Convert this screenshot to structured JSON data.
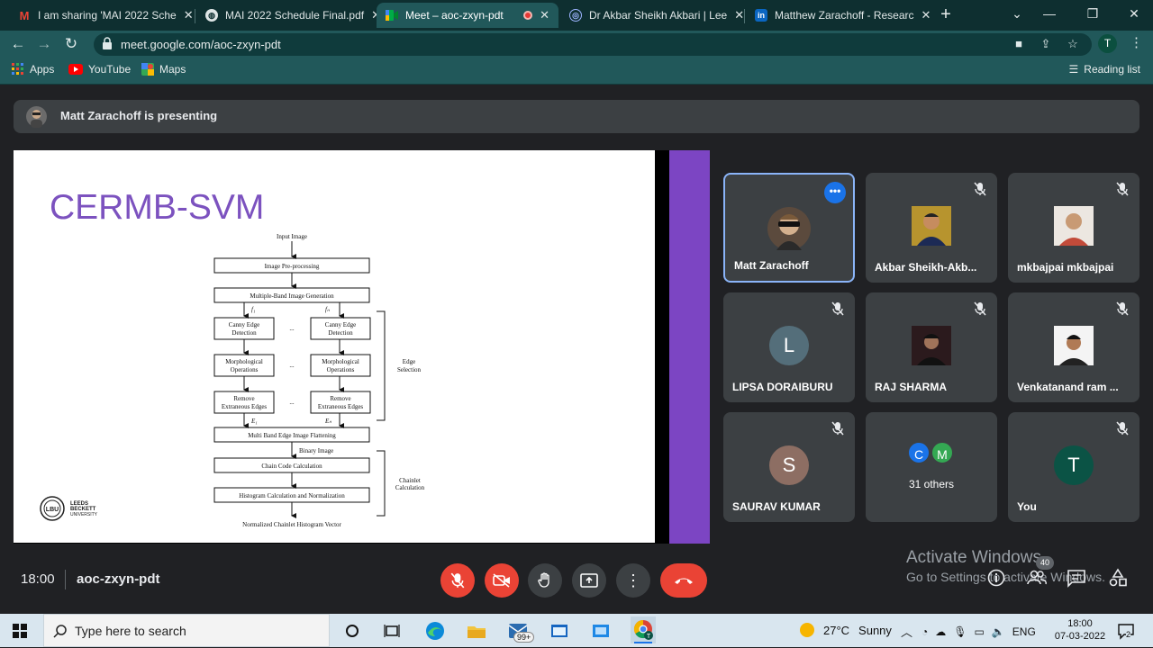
{
  "browser": {
    "tabs": [
      {
        "title": "I am sharing 'MAI 2022 Sche",
        "icon": "gmail-icon"
      },
      {
        "title": "MAI 2022 Schedule Final.pdf",
        "icon": "globe-icon"
      },
      {
        "title": "Meet – aoc-zxyn-pdt",
        "icon": "meet-icon",
        "active": true
      },
      {
        "title": "Dr Akbar Sheikh Akbari | Lee",
        "icon": "site-icon"
      },
      {
        "title": "Matthew Zarachoff - Researc",
        "icon": "linkedin-icon"
      }
    ],
    "new_tab_label": "+",
    "url": "meet.google.com/aoc-zxyn-pdt",
    "profile_initial": "T",
    "bookmarks": [
      {
        "label": "Apps",
        "icon": "apps-grid-icon"
      },
      {
        "label": "YouTube",
        "icon": "youtube-icon"
      },
      {
        "label": "Maps",
        "icon": "maps-icon"
      }
    ],
    "reading_list": "Reading list"
  },
  "meet": {
    "presenter_banner": "Matt Zarachoff is presenting",
    "slide": {
      "title": "CERMB-SVM",
      "flow": {
        "input": "Input Image",
        "preprocess": "Image Pre-processing",
        "multiband": "Multiple-Band Image Generation",
        "f1": "f₁",
        "fn": "fₙ",
        "canny": "Canny Edge Detection",
        "canny_l1": "Canny Edge",
        "canny_l2": "Detection",
        "morph_l1": "Morphological",
        "morph_l2": "Operations",
        "remove_l1": "Remove",
        "remove_l2": "Extraneous Edges",
        "dots": "...",
        "e1": "E₁",
        "en": "Eₙ",
        "edge_sel_l1": "Edge",
        "edge_sel_l2": "Selection",
        "flatten": "Multi Band Edge Image Flattening",
        "binary": "Binary Image",
        "chaincode": "Chain Code Calculation",
        "histogram": "Histogram Calculation and Normalization",
        "chainlet_l1": "Chainlet",
        "chainlet_l2": "Calculation",
        "output": "Normalized Chainlet Histogram Vector"
      },
      "logo_l1": "LEEDS",
      "logo_l2": "BECKETT",
      "logo_l3": "UNIVERSITY",
      "logo_mark": "LBU"
    },
    "participants": [
      {
        "name": "Matt Zarachoff",
        "initial": "",
        "color": "#6d5a4a",
        "muted": false,
        "speaking": true
      },
      {
        "name": "Akbar Sheikh-Akb...",
        "initial": "",
        "color": "#2d4f8a",
        "muted": true
      },
      {
        "name": "mkbajpai mkbajpai",
        "initial": "",
        "color": "#e9e4df",
        "muted": true
      },
      {
        "name": "LIPSA DORAIBURU",
        "initial": "L",
        "color": "#546e7a",
        "muted": true
      },
      {
        "name": "RAJ SHARMA",
        "initial": "",
        "color": "#3a2226",
        "muted": true
      },
      {
        "name": "Venkatanand ram ...",
        "initial": "",
        "color": "#f1f1f1",
        "muted": true
      },
      {
        "name": "SAURAV KUMAR",
        "initial": "S",
        "color": "#8d6e63",
        "muted": true
      },
      {
        "name": "31 others",
        "initial": "",
        "color": "",
        "muted": false,
        "others": true,
        "mini": [
          "C",
          "M"
        ],
        "mini_colors": [
          "#1a73e8",
          "#34a853"
        ]
      },
      {
        "name": "You",
        "initial": "T",
        "color": "#0b5345",
        "muted": true
      }
    ],
    "time": "18:00",
    "meeting_code": "aoc-zxyn-pdt",
    "participant_count": "40",
    "activate_title": "Activate Windows",
    "activate_sub": "Go to Settings to activate Windows."
  },
  "taskbar": {
    "search_placeholder": "Type here to search",
    "mail_badge": "99+",
    "temperature": "27°C",
    "weather": "Sunny",
    "language": "ENG",
    "time": "18:00",
    "date": "07-03-2022",
    "notif_count": "2"
  }
}
